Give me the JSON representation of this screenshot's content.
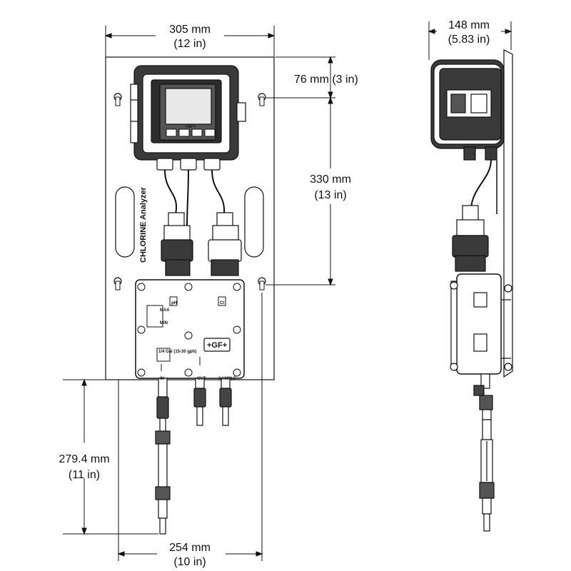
{
  "dimensions": {
    "panel_width_mm": "305 mm",
    "panel_width_in": "(12 in)",
    "top_offset_mm": "76 mm (3 in)",
    "mount_spacing_mm": "330 mm",
    "mount_spacing_in": "(13 in)",
    "tubing_length_mm": "279.4 mm",
    "tubing_length_in": "(11 in)",
    "base_width_mm": "254 mm",
    "base_width_in": "(10 in)",
    "depth_mm": "148 mm",
    "depth_in": "(5.83 in)"
  },
  "labels": {
    "vertical_label": "CHLORINE Analyzer",
    "ph": "pH",
    "cl": "Cl",
    "max": "MAX",
    "min": "MIN",
    "brand": "+GF+",
    "port_in": "IN",
    "port_out": "OUT",
    "port_sample": "SAMPLE",
    "flow_note": "1/4 Gal (15-30 gph)",
    "brand_small": "+GF+"
  },
  "colors": {
    "line": "#111111",
    "housing": "#3a3a3a",
    "panel": "#ffffff",
    "screen": "#e8e8e8"
  }
}
